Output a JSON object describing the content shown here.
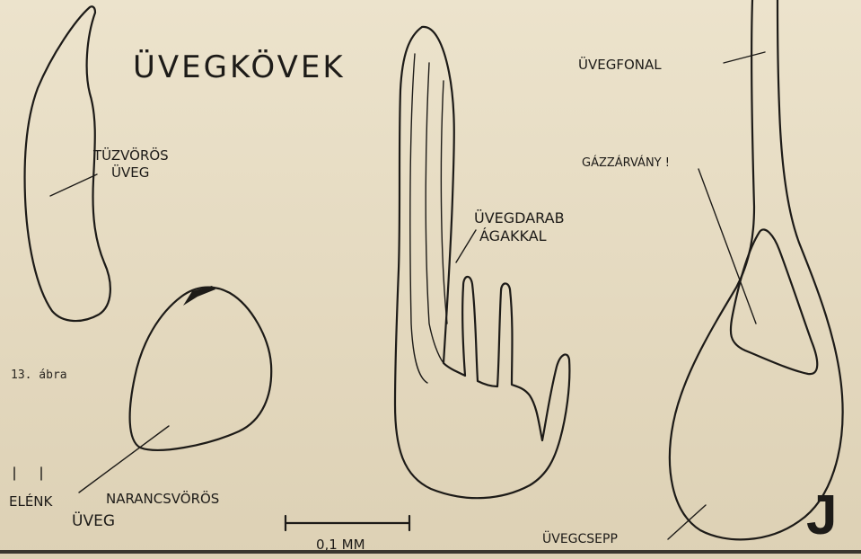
{
  "figure": {
    "title": "ÜVEGKÖVEK",
    "caption": "13. ábra",
    "panel_letter": "J",
    "labels": {
      "tuzvoros": [
        "TÜZVÖRÖS",
        "ÜVEG"
      ],
      "elenk": "ELÉNK",
      "narancs": [
        "NARANCSVÖRÖS",
        "ÜVEG"
      ],
      "uvegdarab": [
        "ÜVEGDARAB",
        "ÁGAKKAL"
      ],
      "uvegfonal": "ÜVEGFONAL",
      "gazzarvany": "GÁZZÁRVÁNY !",
      "uvegcsepp": "ÜVEGCSEPP"
    },
    "scale_bar_label": "0,1 MM"
  },
  "colors": {
    "ink": "#1d1b18",
    "paper": "#e6dcc4",
    "rule": "#3a362f"
  }
}
